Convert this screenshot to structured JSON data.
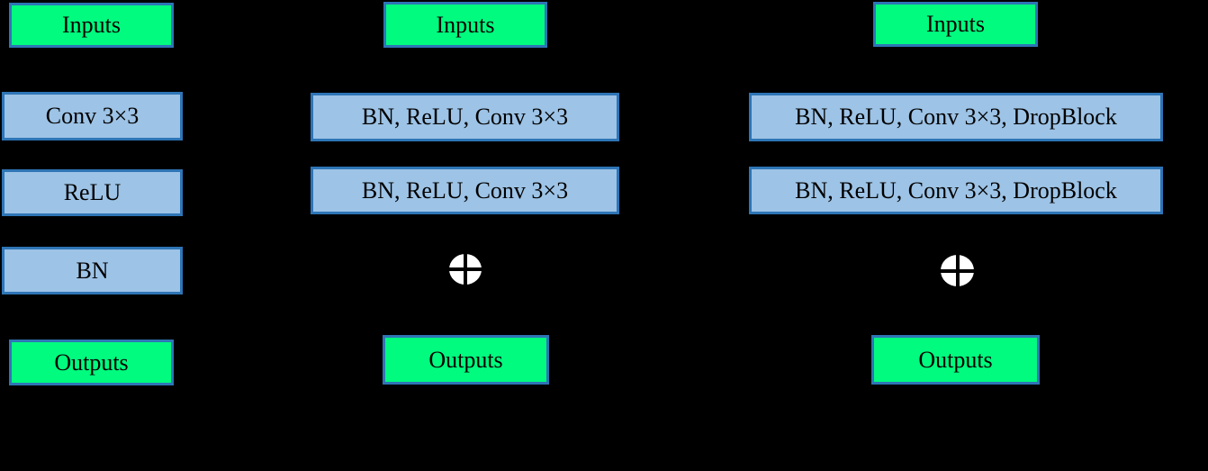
{
  "colors": {
    "background": "#000000",
    "border": "#2E75B6",
    "io_fill": "#00FB7E",
    "layer_fill": "#9DC3E6",
    "label_text": "#000000",
    "merge_fill": "#FFFFFF",
    "connector": "#000000"
  },
  "diagrams": [
    {
      "name": "plain-conv-block",
      "input_label": "Inputs",
      "layers": [
        "Conv 3×3",
        "ReLU",
        "BN"
      ],
      "output_label": "Outputs",
      "has_merge": false
    },
    {
      "name": "pre-activation-residual-block",
      "input_label": "Inputs",
      "layers": [
        "BN, ReLU, Conv 3×3",
        "BN, ReLU, Conv 3×3"
      ],
      "output_label": "Outputs",
      "has_merge": true
    },
    {
      "name": "residual-block-with-dropblock",
      "input_label": "Inputs",
      "layers": [
        "BN, ReLU, Conv 3×3, DropBlock",
        "BN, ReLU, Conv 3×3, DropBlock"
      ],
      "output_label": "Outputs",
      "has_merge": true
    }
  ]
}
